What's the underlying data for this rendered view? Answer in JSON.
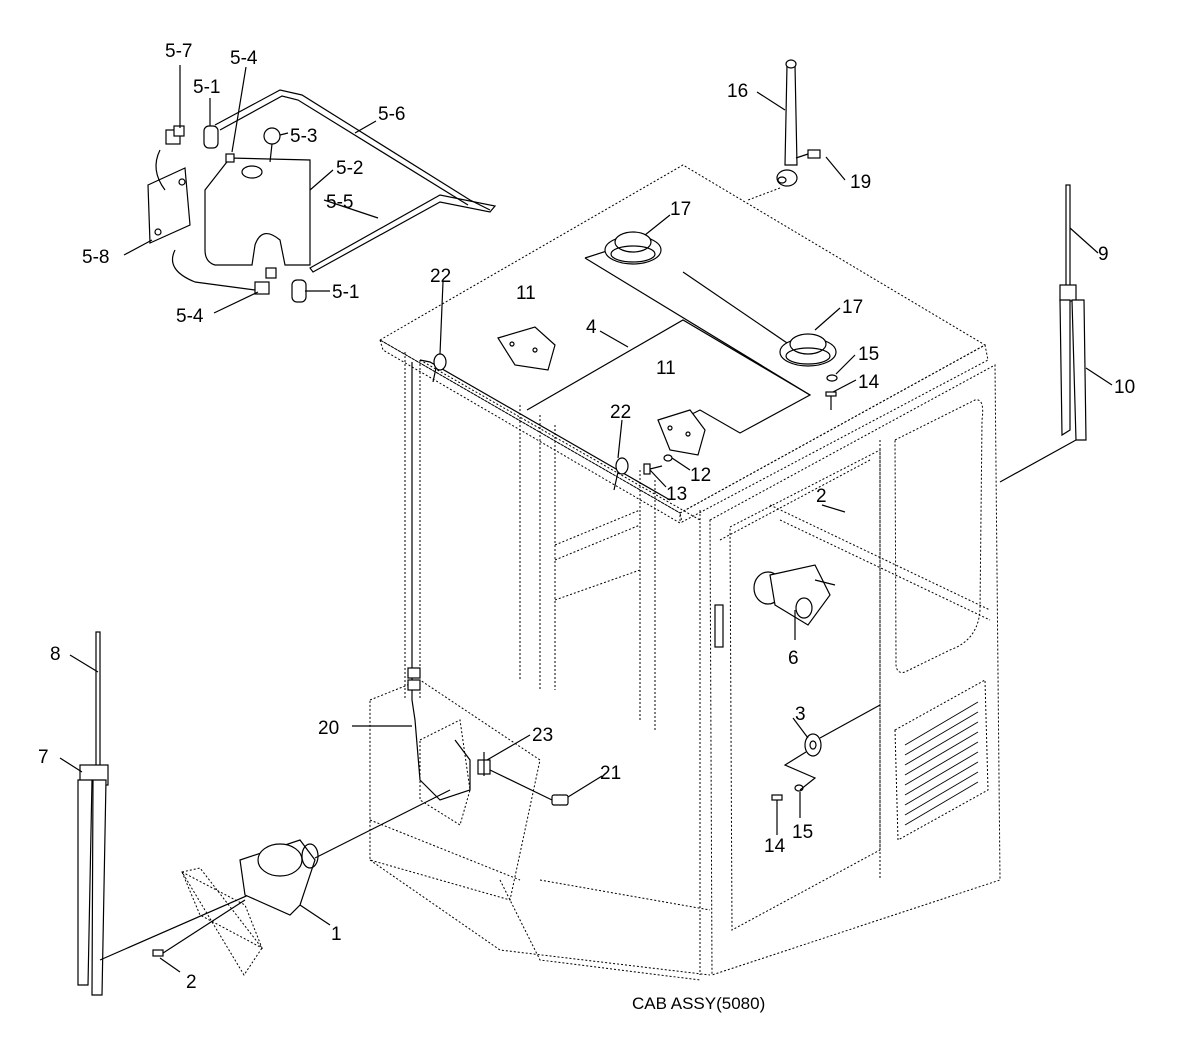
{
  "caption": "CAB ASSY(5080)",
  "labels": [
    {
      "id": "l-5-7",
      "text": "5-7"
    },
    {
      "id": "l-5-4a",
      "text": "5-4"
    },
    {
      "id": "l-5-1a",
      "text": "5-1"
    },
    {
      "id": "l-5-6",
      "text": "5-6"
    },
    {
      "id": "l-5-3",
      "text": "5-3"
    },
    {
      "id": "l-5-2",
      "text": "5-2"
    },
    {
      "id": "l-5-5",
      "text": "5-5"
    },
    {
      "id": "l-5-8",
      "text": "5-8"
    },
    {
      "id": "l-5-4b",
      "text": "5-4"
    },
    {
      "id": "l-5-1b",
      "text": "5-1"
    },
    {
      "id": "l-16",
      "text": "16"
    },
    {
      "id": "l-19",
      "text": "19"
    },
    {
      "id": "l-17a",
      "text": "17"
    },
    {
      "id": "l-17b",
      "text": "17"
    },
    {
      "id": "l-9",
      "text": "9"
    },
    {
      "id": "l-10",
      "text": "10"
    },
    {
      "id": "l-22a",
      "text": "22"
    },
    {
      "id": "l-11a",
      "text": "11"
    },
    {
      "id": "l-4",
      "text": "4"
    },
    {
      "id": "l-11b",
      "text": "11"
    },
    {
      "id": "l-15a",
      "text": "15"
    },
    {
      "id": "l-14a",
      "text": "14"
    },
    {
      "id": "l-22b",
      "text": "22"
    },
    {
      "id": "l-12",
      "text": "12"
    },
    {
      "id": "l-13",
      "text": "13"
    },
    {
      "id": "l-2a",
      "text": "2"
    },
    {
      "id": "l-6",
      "text": "6"
    },
    {
      "id": "l-8",
      "text": "8"
    },
    {
      "id": "l-7",
      "text": "7"
    },
    {
      "id": "l-20",
      "text": "20"
    },
    {
      "id": "l-23",
      "text": "23"
    },
    {
      "id": "l-21",
      "text": "21"
    },
    {
      "id": "l-3",
      "text": "3"
    },
    {
      "id": "l-14b",
      "text": "14"
    },
    {
      "id": "l-15b",
      "text": "15"
    },
    {
      "id": "l-1",
      "text": "1"
    },
    {
      "id": "l-2b",
      "text": "2"
    }
  ]
}
